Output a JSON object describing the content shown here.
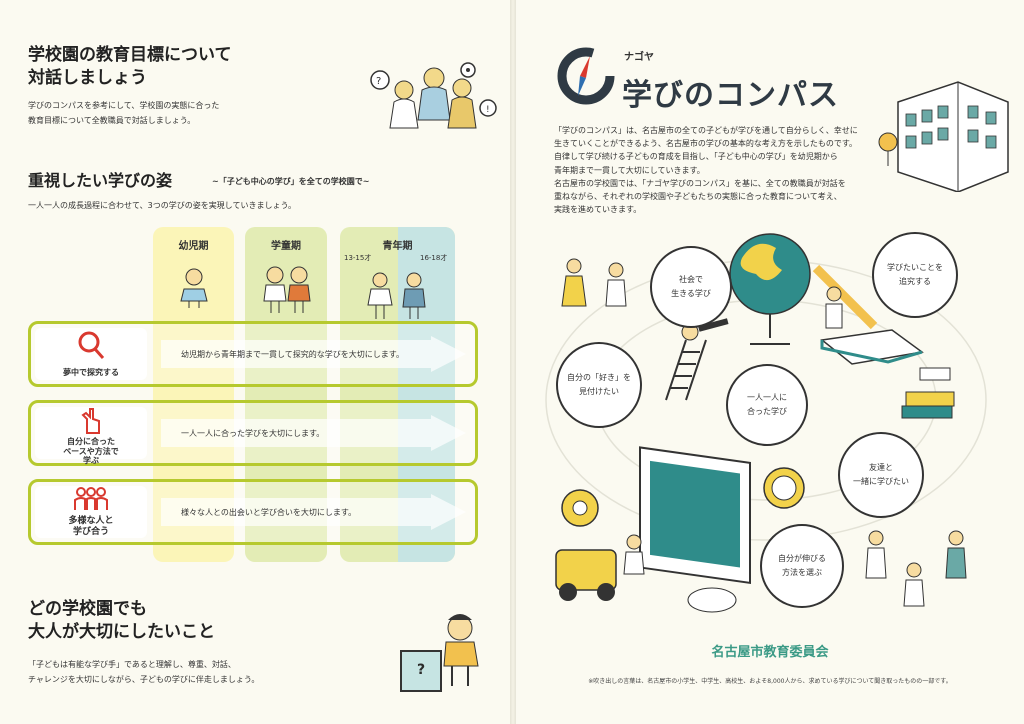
{
  "left": {
    "section1": {
      "title_line1": "学校園の教育目標について",
      "title_line2": "対話しましょう",
      "body_line1": "学びのコンパスを参考にして、学校園の実態に合った",
      "body_line2": "教育目標について全教職員で対話しましょう。"
    },
    "section2": {
      "title": "重視したい学びの姿",
      "subtitle": "~「子ども中心の学び」を全ての学校園で~",
      "body": "一人一人の成長過程に合わせて、3つの学びの姿を実現していきましょう。",
      "columns": [
        "幼児期",
        "学童期",
        "青年期"
      ],
      "ages": [
        "13-15才",
        "16-18才"
      ],
      "rows": [
        {
          "label": "夢中で探究する",
          "text": "幼児期から青年期まで一貫して探究的な学びを大切にします。"
        },
        {
          "label_line1": "自分に合った",
          "label_line2": "ペースや方法で",
          "label_line3": "学ぶ",
          "text": "一人一人に合った学びを大切にします。"
        },
        {
          "label_line1": "多様な人と",
          "label_line2": "学び合う",
          "text": "様々な人との出会いと学び合いを大切にします。"
        }
      ]
    },
    "section3": {
      "title_line1": "どの学校園でも",
      "title_line2": "大人が大切にしたいこと",
      "body_line1": "「子どもは有能な学び手」であると理解し、尊重、対話、",
      "body_line2": "チャレンジを大切にしながら、子どもの学びに伴走しましょう。",
      "box_mark": "?"
    }
  },
  "right": {
    "logo": {
      "small": "ナゴヤ",
      "main": "学びのコンパス"
    },
    "intro_lines": [
      "「学びのコンパス」は、名古屋市の全ての子どもが学びを通して自分らしく、幸せに",
      "生きていくことができるよう、名古屋市の学びの基本的な考え方を示したものです。",
      "自律して学び続ける子どもの育成を目指し、「子ども中心の学び」を幼児期から",
      "青年期まで一貫して大切にしていきます。",
      "名古屋市の学校園では、「ナゴヤ学びのコンパス」を基に、全ての教職員が対話を",
      "重ねながら、それぞれの学校園や子どもたちの実態に合った教育について考え、",
      "実践を進めていきます。"
    ],
    "bubbles": [
      "社会で\n生きる学び",
      "学びたいことを\n追究する",
      "自分の「好き」を\n見付けたい",
      "一人一人に\n合った学び",
      "友達と\n一緒に学びたい",
      "自分が伸びる\n方法を選ぶ"
    ],
    "publisher": "名古屋市教育委員会",
    "footnote": "※吹き出しの言葉は、名古屋市の小学生、中学生、高校生、およそ8,000人から、求めている学びについて聞き取ったものの一部です。"
  },
  "colors": {
    "yellow_col": "#fbf5b8",
    "green_col": "#e3ecb5",
    "teal_col": "#c6e4e3",
    "row_border": "#b6c92e",
    "publisher": "#3b9a86",
    "red_icon": "#d9392f"
  }
}
